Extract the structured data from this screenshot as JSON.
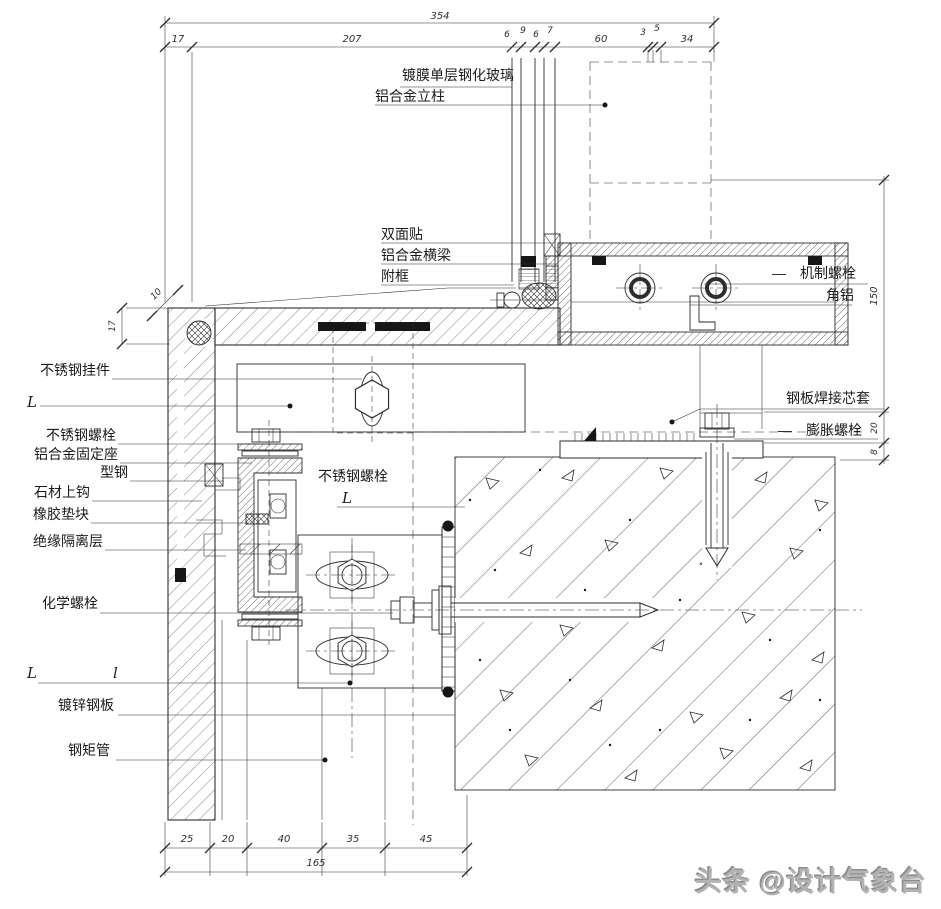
{
  "dimensions": {
    "top_overall": "354",
    "top_row": [
      "17",
      "207",
      "6",
      "9",
      "6",
      "7",
      "60",
      "3",
      "5",
      "34"
    ],
    "right_col": [
      "150",
      "20",
      "8"
    ],
    "bottom_row": [
      "25",
      "20",
      "40",
      "35",
      "45"
    ],
    "bottom_overall": "165",
    "stone_thickness": "17",
    "corner_joint": "10"
  },
  "labels": {
    "glass": "镀膜单层钢化玻璃",
    "mullion": "铝合金立柱",
    "double_tape": "双面贴",
    "transom": "铝合金横梁",
    "subframe": "附框",
    "machine_bolt": "机制螺栓",
    "angle_aluminum": "角铝",
    "steel_sleeve": "钢板焊接芯套",
    "expansion_bolt": "膨胀螺栓",
    "ss_hanger": "不锈钢挂件",
    "ss_bolt": "不锈钢螺栓",
    "alu_fixed_seat": "铝合金固定座",
    "section_steel": "型钢",
    "stone_hook": "石材上钩",
    "rubber_pad": "橡胶垫块",
    "insulation_layer": "绝缘隔离层",
    "ss_bolt_inner": "不锈钢螺栓",
    "chemical_bolt": "化学螺栓",
    "galvanized_plate": "镀锌钢板",
    "steel_tube": "钢矩管",
    "angle_L": "L",
    "angle_l": "l",
    "dash": "—"
  },
  "watermark": "头条 @设计气象台",
  "colors": {
    "line": "#2e2e2e",
    "watermark": "#b3b3b3"
  }
}
